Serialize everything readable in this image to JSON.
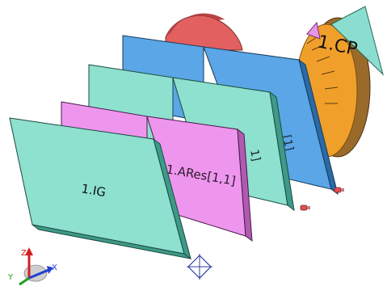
{
  "panels": {
    "ig": {
      "label": "1.IG"
    },
    "ares": {
      "label": "1.ARes[1,1]"
    },
    "mid_teal": {
      "label": "1]"
    },
    "back_blue": {
      "label": "[1]"
    }
  },
  "cp": {
    "label": "1.CP"
  },
  "axes": {
    "x": "X",
    "y": "Y",
    "z": "Z"
  },
  "colors": {
    "teal": "#8ee0cf",
    "pink": "#ee96ee",
    "blue": "#5aa6e6",
    "orange": "#f0a02a",
    "brown": "#9a6a2a",
    "red": "#e26060",
    "cone": "#8bddd0"
  }
}
